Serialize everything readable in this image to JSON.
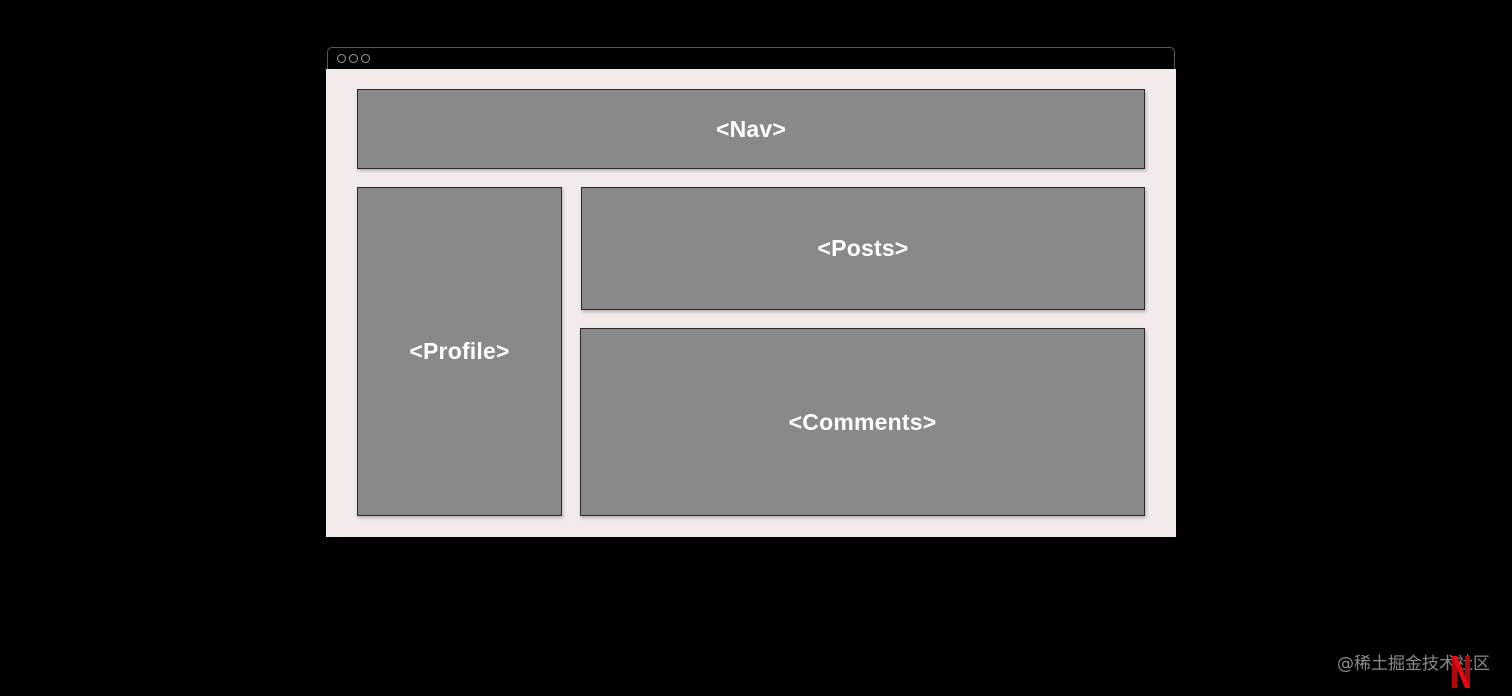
{
  "diagram": {
    "nav_label": "<Nav>",
    "profile_label": "<Profile>",
    "posts_label": "<Posts>",
    "comments_label": "<Comments>"
  },
  "watermark": {
    "text": "@稀土掘金技术社区"
  },
  "colors": {
    "background": "#000000",
    "viewport": "#f3eaea",
    "block": "#898989",
    "block_text": "#ffffff",
    "brand_icon": "#e50914"
  },
  "icons": {
    "window_controls": "traffic-light-dots",
    "brand": "netflix-n-logo"
  }
}
